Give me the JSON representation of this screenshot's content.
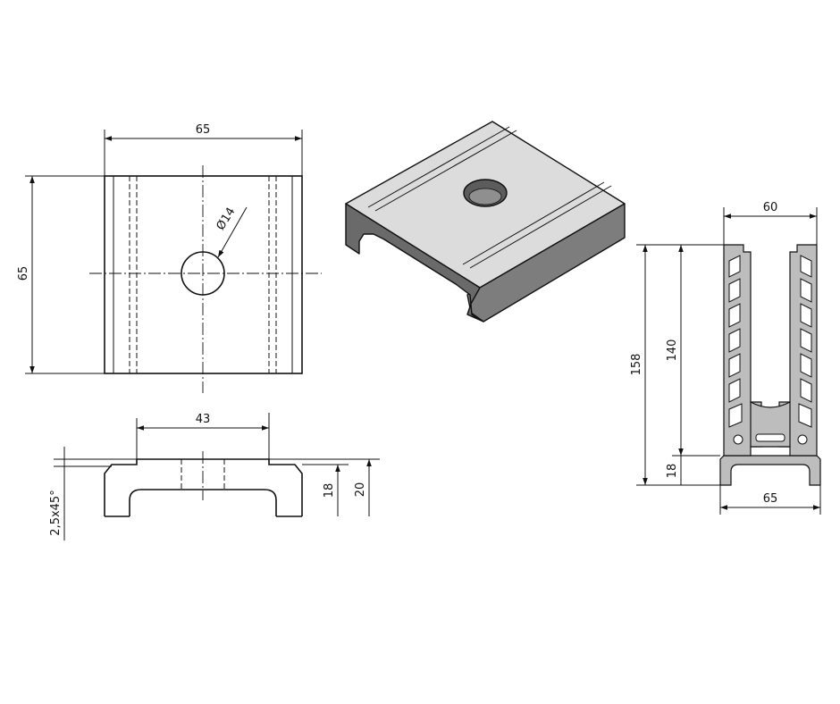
{
  "plan_view": {
    "width_dim": "65",
    "height_dim": "65",
    "hole_dim": "Ø14"
  },
  "section_view": {
    "slot_width_dim": "43",
    "chamfer_dim": "2,5x45°",
    "inner_height_dim": "18",
    "total_height_dim": "20"
  },
  "profile_view": {
    "top_width_dim": "60",
    "total_height_dim": "158",
    "upper_height_dim": "140",
    "base_height_dim": "18",
    "base_width_dim": "65"
  },
  "colors": {
    "line": "#111111",
    "iso_top": "#dcdcdc",
    "iso_front": "#7d7d7d",
    "iso_side": "#6a6a6a",
    "profile_fill": "#bdbdbd"
  }
}
